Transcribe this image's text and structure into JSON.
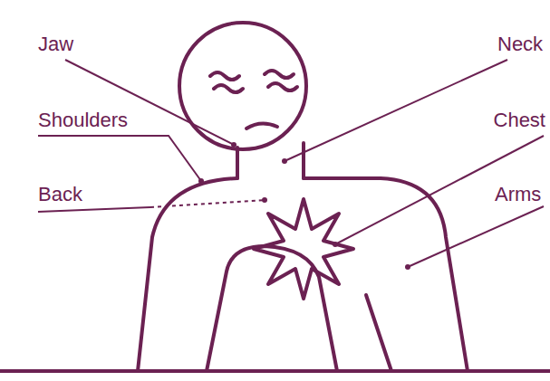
{
  "diagram": {
    "labels": [
      "Jaw",
      "Neck",
      "Shoulders",
      "Chest",
      "Back",
      "Arms"
    ]
  }
}
